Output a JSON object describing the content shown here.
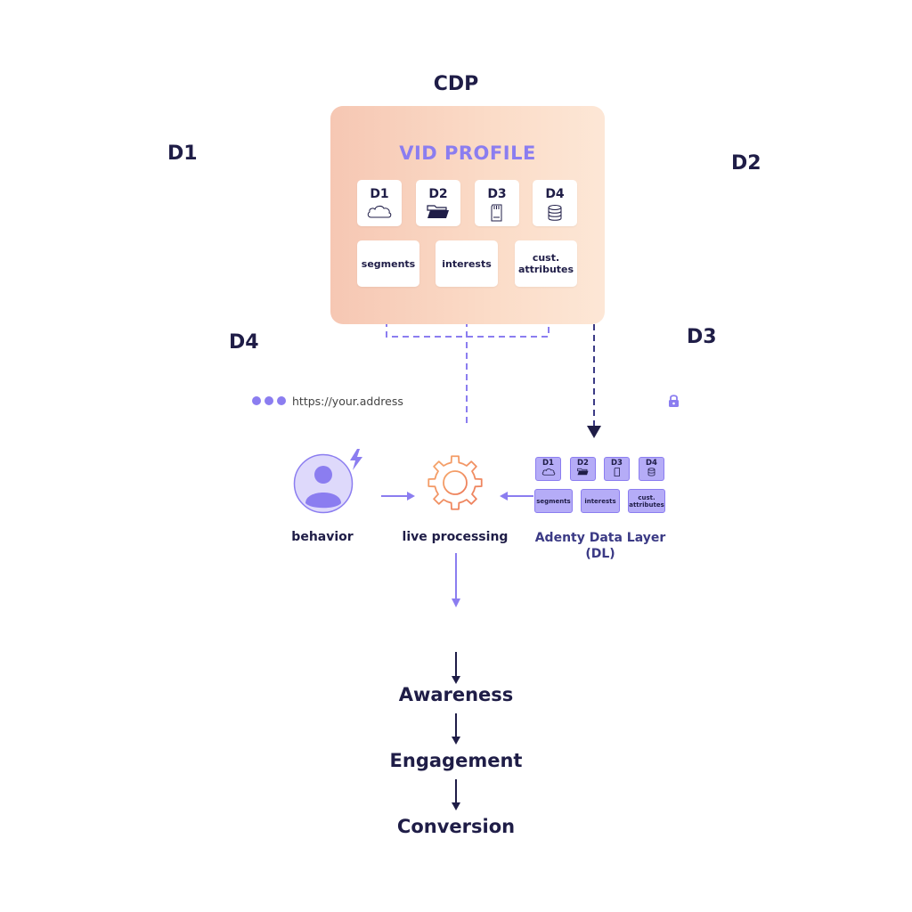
{
  "cdp": {
    "title": "CDP",
    "profile_title": "VID PROFILE",
    "data_tiles": [
      {
        "label": "D1",
        "icon": "cloud-icon"
      },
      {
        "label": "D2",
        "icon": "folder-icon"
      },
      {
        "label": "D3",
        "icon": "sd-card-icon"
      },
      {
        "label": "D4",
        "icon": "database-icon"
      }
    ],
    "attribute_tiles": [
      "segments",
      "interests",
      "cust.\nattributes"
    ]
  },
  "corner_labels": {
    "d1": "D1",
    "d2": "D2",
    "d3": "D3",
    "d4": "D4"
  },
  "browser": {
    "url": "https://your.address",
    "icons": [
      "dots-icon",
      "lock-icon"
    ]
  },
  "nodes": {
    "behavior": "behavior",
    "live_processing": "live processing",
    "data_layer": "Adenty Data Layer\n(DL)"
  },
  "data_layer": {
    "data_tiles": [
      "D1",
      "D2",
      "D3",
      "D4"
    ],
    "attribute_tiles": [
      "segments",
      "interests",
      "cust.\nattributes"
    ]
  },
  "funnel": [
    "Awareness",
    "Engagement",
    "Conversion"
  ],
  "colors": {
    "accent": "#8b7df0",
    "navy": "#1f1d47",
    "orange": "#f08a4b",
    "cdp_bg": "#f9d3bf"
  }
}
